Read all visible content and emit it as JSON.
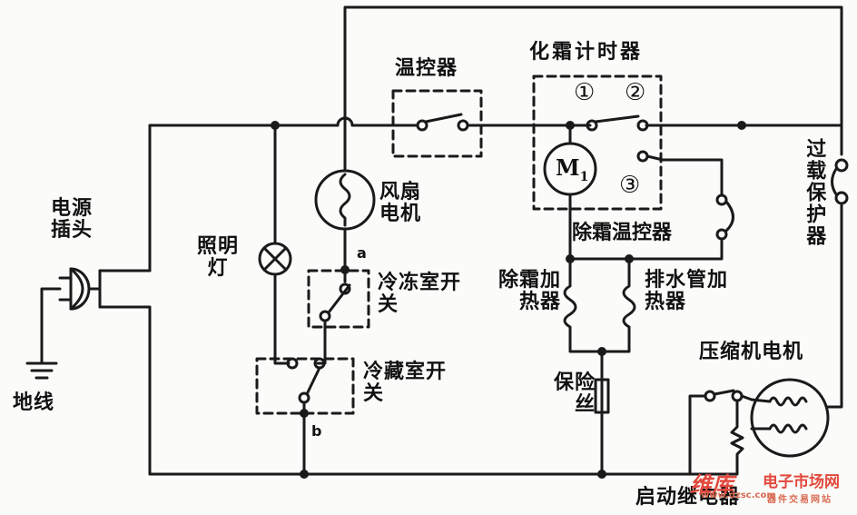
{
  "diagram": {
    "labels": {
      "thermostat": "温控器",
      "defrost_timer": "化霜计时器",
      "timer_contact_1": "①",
      "timer_contact_2": "②",
      "timer_contact_3": "③",
      "timer_motor": "M",
      "timer_motor_sub": "1",
      "fan_motor": "风扇电机",
      "power_plug": "电源插头",
      "ground": "地线",
      "lamp": "照明灯",
      "freezer_switch": "冷冻室开关",
      "fridge_switch": "冷藏室开关",
      "node_a": "a",
      "node_b": "b",
      "defrost_thermostat": "除霜温控器",
      "defrost_heater": "除霜加热器",
      "drain_heater": "排水管加热器",
      "overload_protector": "过载保护器",
      "compressor_motor": "压缩机电机",
      "fuse": "保险丝",
      "start_relay": "启动继电器"
    },
    "watermark": {
      "brand": "维库",
      "site_cn": "电子市场网",
      "site_url": "www.dzsc.com",
      "slogan": "器件交易网站"
    },
    "colors": {
      "line": "#1a1a1a",
      "watermark": "#e2483c"
    }
  }
}
